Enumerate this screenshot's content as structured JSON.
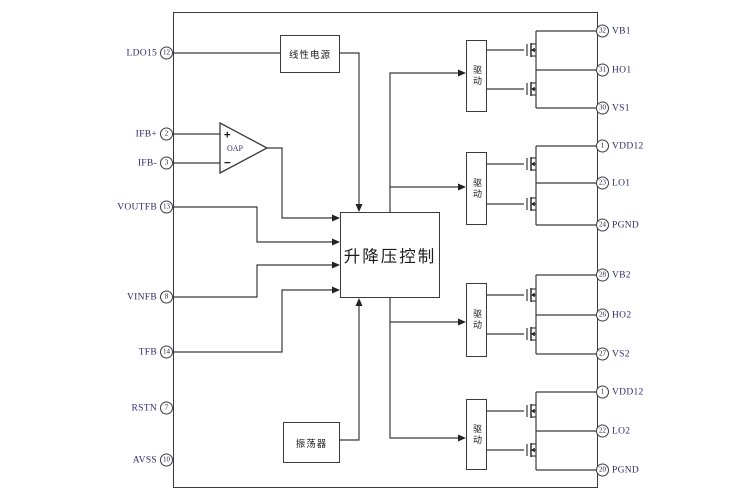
{
  "diagram_type": "ic-functional-block-diagram",
  "colors": {
    "wire": "#3a3a3a",
    "arrow": "#222222",
    "pin_label": "#2b2b6e",
    "block_text": "#1c1c1c",
    "background": "#ffffff"
  },
  "blocks": {
    "linear_regulator": "线性电源",
    "controller": "升降压控制",
    "oscillator": "振荡器",
    "drivers": [
      "驱动",
      "驱动",
      "驱动",
      "驱动"
    ],
    "opamp": {
      "label": "OAP",
      "plus": "+",
      "minus": "−"
    }
  },
  "pins": {
    "left": [
      {
        "name": "LDO15",
        "number": "12"
      },
      {
        "name": "IFB+",
        "number": "2"
      },
      {
        "name": "IFB-",
        "number": "3"
      },
      {
        "name": "VOUTFB",
        "number": "13"
      },
      {
        "name": "VINFB",
        "number": "8"
      },
      {
        "name": "TFB",
        "number": "14"
      },
      {
        "name": "RSTN",
        "number": "7"
      },
      {
        "name": "AVSS",
        "number": "10"
      }
    ],
    "right": [
      {
        "name": "VB1",
        "number": "32"
      },
      {
        "name": "HO1",
        "number": "31"
      },
      {
        "name": "VS1",
        "number": "30"
      },
      {
        "name": "VDD12",
        "number": "1"
      },
      {
        "name": "LO1",
        "number": "23"
      },
      {
        "name": "PGND",
        "number": "24"
      },
      {
        "name": "VB2",
        "number": "28"
      },
      {
        "name": "HO2",
        "number": "26"
      },
      {
        "name": "VS2",
        "number": "27"
      },
      {
        "name": "VDD12",
        "number": "1"
      },
      {
        "name": "LO2",
        "number": "22"
      },
      {
        "name": "PGND",
        "number": "20"
      }
    ]
  }
}
